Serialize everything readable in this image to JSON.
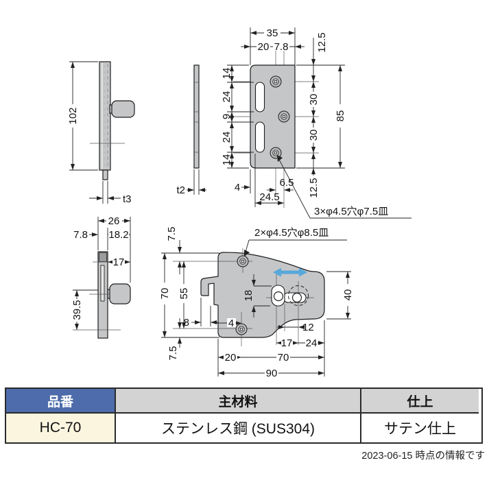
{
  "notes": {
    "plate_holes": "3×φ4.5穴φ7.5皿",
    "body_holes": "2×φ4.5穴φ8.5皿"
  },
  "dims": {
    "d102": "102",
    "t3": "t3",
    "t2": "t2",
    "p35": "35",
    "p20": "20",
    "p78": "7.8",
    "p125t": "12.5",
    "p14a": "14",
    "p24a": "24",
    "p9": "9",
    "p24b": "24",
    "p14b": "14",
    "p30a": "30",
    "p30b": "30",
    "p85": "85",
    "p125b": "12.5",
    "p4": "4",
    "p65": "6.5",
    "p245": "24.5",
    "f26": "26",
    "f78": "7.8",
    "f182": "18.2",
    "f17": "17",
    "f395": "39.5",
    "b75t": "7.5",
    "b70l": "70",
    "b55": "55",
    "b8": "8",
    "b4": "4",
    "b18": "18",
    "b12": "12",
    "b17": "17",
    "b24": "24",
    "b20": "20",
    "b70b": "70",
    "b90": "90",
    "b75b": "7.5",
    "b40": "40"
  },
  "table": {
    "headers": [
      "品番",
      "主材料",
      "仕上"
    ],
    "row": [
      "HC-70",
      "ステンレス鋼 (SUS304)",
      "サテン仕上"
    ],
    "footer": "2023-06-15 時点の情報です"
  },
  "colors": {
    "part_gray": "#c5c6c8",
    "slide_arrow_blue": "#58a8dc",
    "header_blue": "#4e6cab",
    "header_gray": "#d3d3d4",
    "part_no_cream": "#fbf5e0"
  }
}
